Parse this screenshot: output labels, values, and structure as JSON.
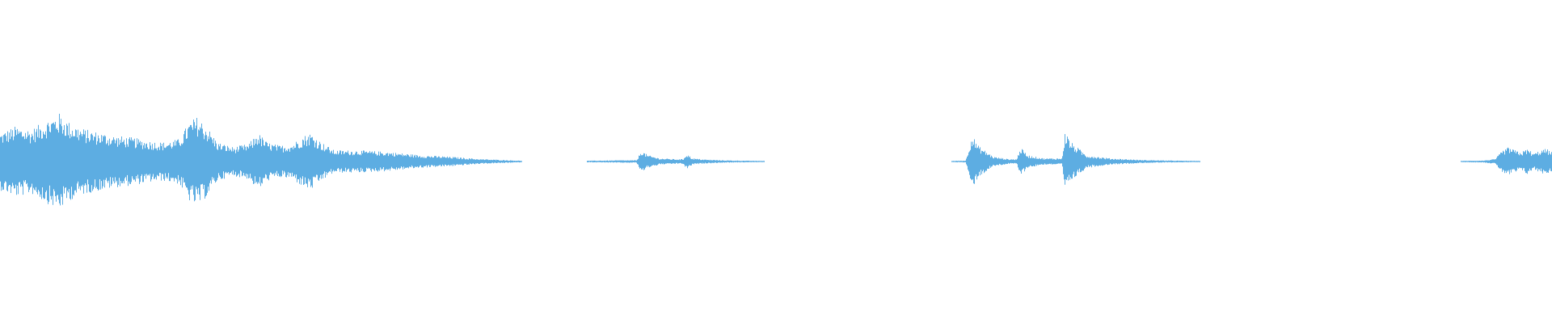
{
  "waveform": {
    "color": "#5DADE2",
    "background": "#ffffff",
    "segments": [
      {
        "id": "segment-1",
        "start": 0.0,
        "end": 0.336,
        "envelope": [
          [
            0.0,
            0.18
          ],
          [
            0.01,
            0.22
          ],
          [
            0.02,
            0.2
          ],
          [
            0.03,
            0.26
          ],
          [
            0.038,
            0.3
          ],
          [
            0.045,
            0.24
          ],
          [
            0.055,
            0.2
          ],
          [
            0.065,
            0.18
          ],
          [
            0.075,
            0.16
          ],
          [
            0.085,
            0.15
          ],
          [
            0.095,
            0.13
          ],
          [
            0.105,
            0.12
          ],
          [
            0.115,
            0.14
          ],
          [
            0.122,
            0.25
          ],
          [
            0.127,
            0.28
          ],
          [
            0.133,
            0.22
          ],
          [
            0.14,
            0.12
          ],
          [
            0.15,
            0.09
          ],
          [
            0.16,
            0.11
          ],
          [
            0.166,
            0.18
          ],
          [
            0.172,
            0.12
          ],
          [
            0.18,
            0.1
          ],
          [
            0.188,
            0.11
          ],
          [
            0.195,
            0.16
          ],
          [
            0.2,
            0.18
          ],
          [
            0.207,
            0.12
          ],
          [
            0.215,
            0.07
          ],
          [
            0.23,
            0.07
          ],
          [
            0.25,
            0.06
          ],
          [
            0.27,
            0.04
          ],
          [
            0.29,
            0.03
          ],
          [
            0.31,
            0.015
          ],
          [
            0.336,
            0.005
          ]
        ]
      },
      {
        "id": "segment-2",
        "start": 0.378,
        "end": 0.492,
        "envelope": [
          [
            0.378,
            0.005
          ],
          [
            0.4,
            0.008
          ],
          [
            0.41,
            0.008
          ],
          [
            0.413,
            0.07
          ],
          [
            0.417,
            0.04
          ],
          [
            0.425,
            0.02
          ],
          [
            0.435,
            0.015
          ],
          [
            0.44,
            0.015
          ],
          [
            0.442,
            0.05
          ],
          [
            0.446,
            0.02
          ],
          [
            0.455,
            0.012
          ],
          [
            0.465,
            0.008
          ],
          [
            0.475,
            0.006
          ],
          [
            0.492,
            0.004
          ]
        ]
      },
      {
        "id": "segment-3",
        "start": 0.613,
        "end": 0.773,
        "envelope": [
          [
            0.613,
            0.004
          ],
          [
            0.622,
            0.006
          ],
          [
            0.626,
            0.17
          ],
          [
            0.63,
            0.1
          ],
          [
            0.64,
            0.03
          ],
          [
            0.65,
            0.015
          ],
          [
            0.655,
            0.015
          ],
          [
            0.657,
            0.09
          ],
          [
            0.662,
            0.04
          ],
          [
            0.672,
            0.02
          ],
          [
            0.684,
            0.02
          ],
          [
            0.686,
            0.19
          ],
          [
            0.69,
            0.12
          ],
          [
            0.7,
            0.04
          ],
          [
            0.715,
            0.02
          ],
          [
            0.735,
            0.01
          ],
          [
            0.755,
            0.006
          ],
          [
            0.773,
            0.004
          ]
        ]
      },
      {
        "id": "segment-4",
        "start": 0.941,
        "end": 1.0,
        "envelope": [
          [
            0.941,
            0.004
          ],
          [
            0.955,
            0.006
          ],
          [
            0.963,
            0.015
          ],
          [
            0.968,
            0.07
          ],
          [
            0.972,
            0.09
          ],
          [
            0.976,
            0.07
          ],
          [
            0.98,
            0.06
          ],
          [
            0.984,
            0.08
          ],
          [
            0.988,
            0.05
          ],
          [
            0.992,
            0.07
          ],
          [
            0.996,
            0.08
          ],
          [
            1.0,
            0.06
          ]
        ]
      }
    ]
  }
}
